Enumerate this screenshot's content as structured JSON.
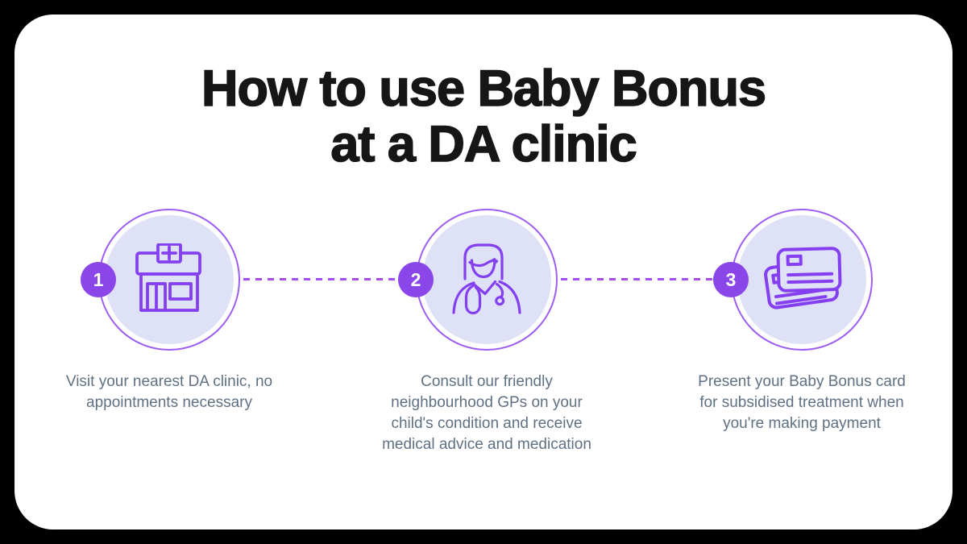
{
  "title": {
    "lines": [
      "How to use Baby Bonus",
      "at a DA clinic"
    ]
  },
  "colors": {
    "accent_purple": "#8a46e8",
    "ring": "#9d5ef2",
    "circle_fill": "#dfe1f7",
    "icon_stroke": "#8440f0",
    "dash": "#a44ef2",
    "caption_text": "#5f7183",
    "title_color": "#161616",
    "page_bg": "#000000",
    "card_bg": "#ffffff"
  },
  "steps": [
    {
      "number": "1",
      "icon": "clinic-building-icon",
      "caption_lines": [
        "Visit your nearest DA clinic, no",
        "appointments necessary"
      ]
    },
    {
      "number": "2",
      "icon": "doctor-icon",
      "caption_lines": [
        "Consult our friendly",
        "neighbourhood GPs on your",
        "child's condition and receive",
        "medical advice and medication"
      ]
    },
    {
      "number": "3",
      "icon": "payment-cards-icon",
      "caption_lines": [
        "Present your Baby Bonus card",
        "for subsidised treatment when",
        "you're making payment"
      ]
    }
  ]
}
